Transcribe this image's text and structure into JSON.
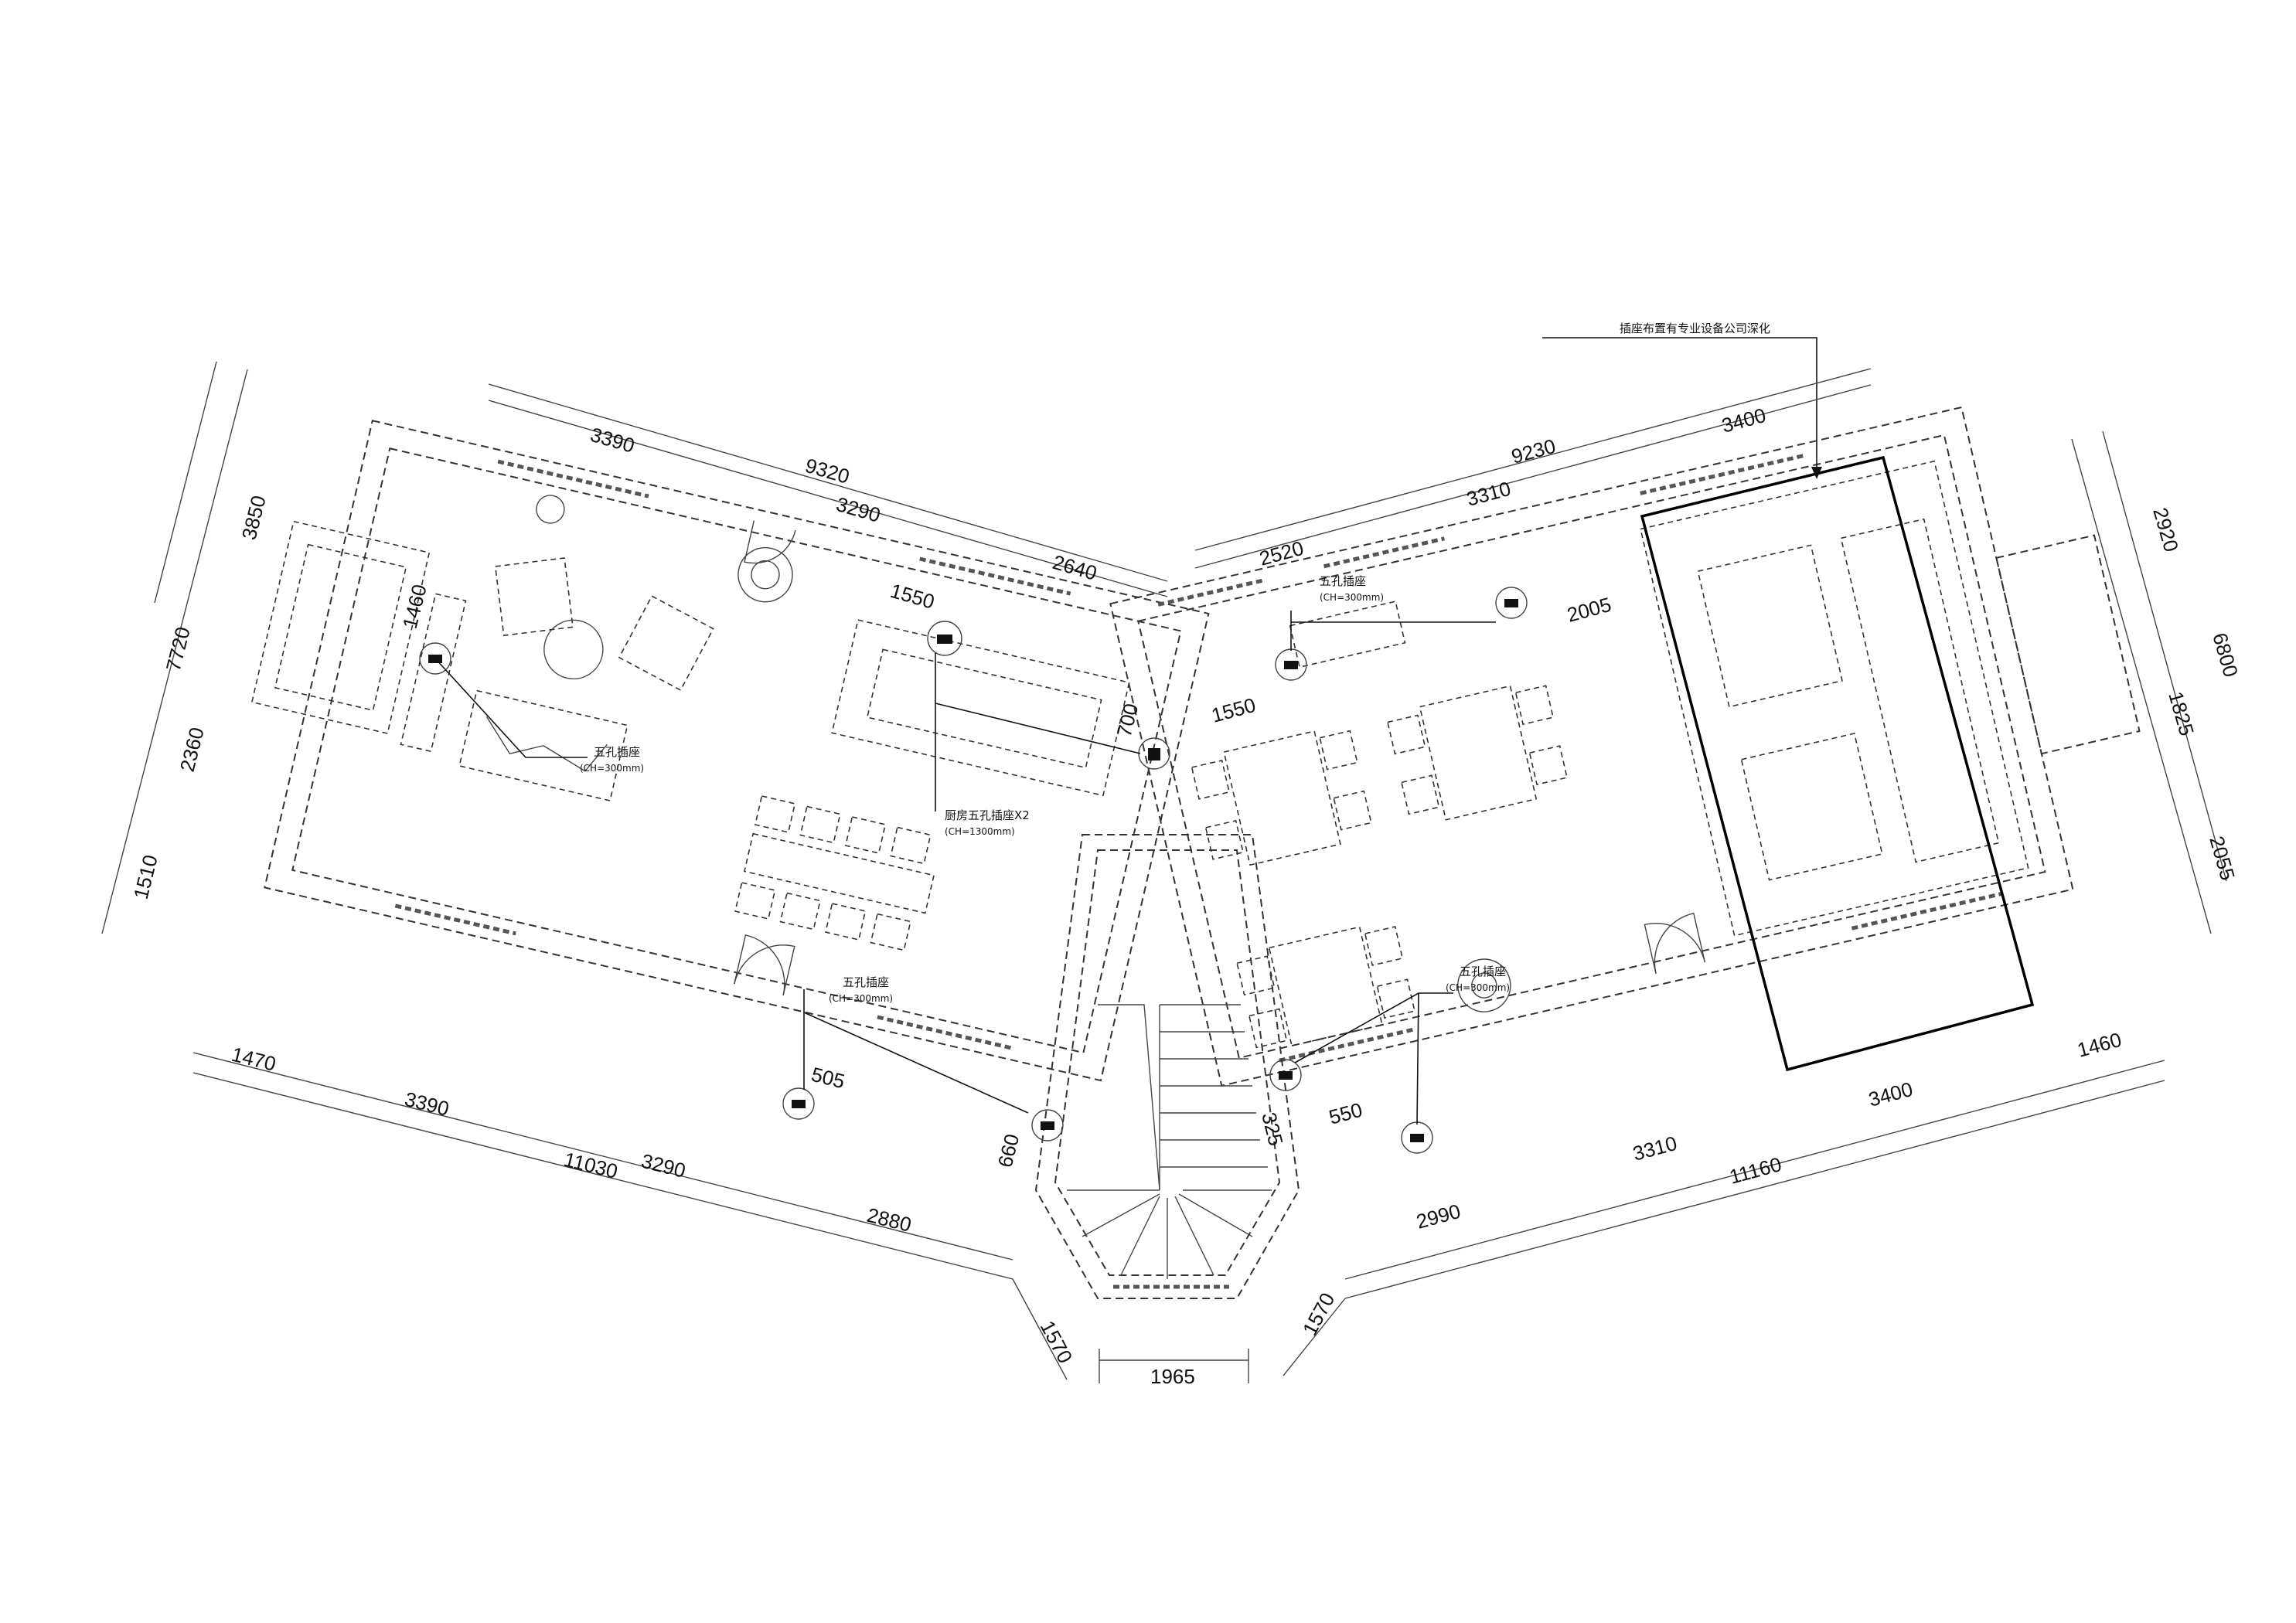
{
  "drawing": {
    "top_note": "插座布置有专业设备公司深化"
  },
  "dimensions": {
    "top_left": [
      "3390",
      "9320",
      "3290",
      "2640"
    ],
    "left_side": [
      "7720",
      "3850",
      "2360",
      "1510"
    ],
    "upper_left_small": [
      "1460",
      "1550",
      "700"
    ],
    "top_right": [
      "9230",
      "3400",
      "3310",
      "2520",
      "2005",
      "1550"
    ],
    "right_side": [
      "2920",
      "6800",
      "1825",
      "2055"
    ],
    "bottom_left": [
      "1470",
      "3390",
      "11030",
      "3290",
      "2880",
      "505",
      "660",
      "1570"
    ],
    "bottom_center": [
      "1965",
      "325",
      "550"
    ],
    "bottom_right": [
      "1460",
      "3400",
      "11160",
      "3310",
      "2990",
      "1570"
    ]
  },
  "annotations": {
    "socket_a": {
      "title": "五孔插座",
      "sub": "(CH=300mm)"
    },
    "kitchen": {
      "title": "厨房五孔插座X2",
      "sub": "(CH=1300mm)"
    },
    "socket_b": {
      "title": "五孔插座",
      "sub": "(CH=300mm)"
    },
    "socket_c": {
      "title": "五孔插座",
      "sub": "(CH=300mm)"
    },
    "socket_d": {
      "title": "五孔插座",
      "sub": "(CH=300mm)"
    }
  }
}
